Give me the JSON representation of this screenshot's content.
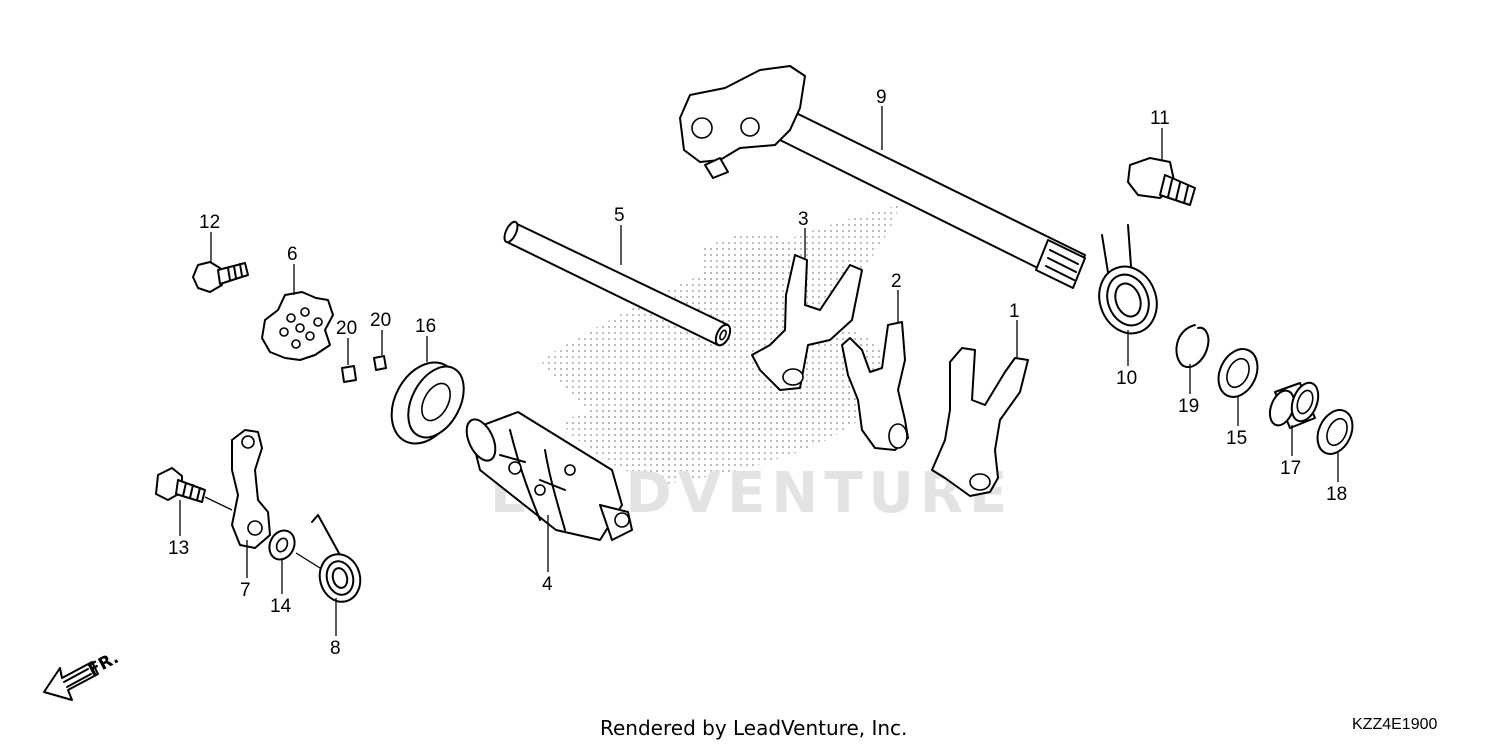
{
  "watermark": {
    "text": "LEADVENTURE"
  },
  "front_indicator": {
    "label": "FR."
  },
  "footer": {
    "credit": "Rendered by LeadVenture, Inc.",
    "diagram_code": "KZZ4E1900"
  },
  "callouts": [
    {
      "id": "c1",
      "number": "1"
    },
    {
      "id": "c2",
      "number": "2"
    },
    {
      "id": "c3",
      "number": "3"
    },
    {
      "id": "c4",
      "number": "4"
    },
    {
      "id": "c5",
      "number": "5"
    },
    {
      "id": "c6",
      "number": "6"
    },
    {
      "id": "c7",
      "number": "7"
    },
    {
      "id": "c8",
      "number": "8"
    },
    {
      "id": "c9",
      "number": "9"
    },
    {
      "id": "c10",
      "number": "10"
    },
    {
      "id": "c11",
      "number": "11"
    },
    {
      "id": "c12",
      "number": "12"
    },
    {
      "id": "c13",
      "number": "13"
    },
    {
      "id": "c14",
      "number": "14"
    },
    {
      "id": "c15",
      "number": "15"
    },
    {
      "id": "c16",
      "number": "16"
    },
    {
      "id": "c17",
      "number": "17"
    },
    {
      "id": "c18",
      "number": "18"
    },
    {
      "id": "c19",
      "number": "19"
    },
    {
      "id": "c20a",
      "number": "20"
    },
    {
      "id": "c20b",
      "number": "20"
    }
  ]
}
